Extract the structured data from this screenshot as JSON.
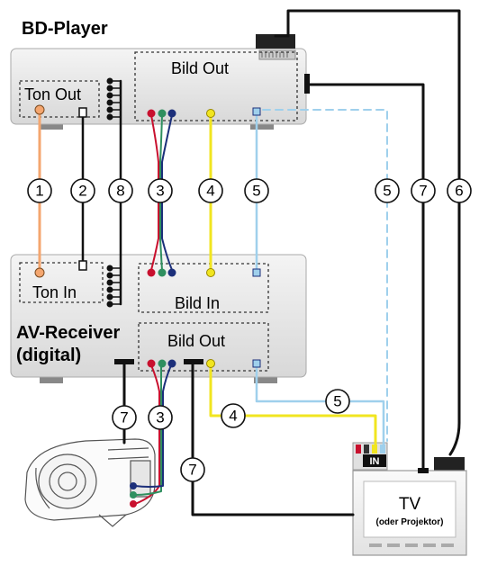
{
  "devices": {
    "bd_player": {
      "title": "BD-Player",
      "audio_out": "Ton Out",
      "video_out": "Bild Out"
    },
    "av_receiver": {
      "title_line1": "AV-Receiver",
      "title_line2": "(digital)",
      "audio_in": "Ton In",
      "video_in": "Bild In",
      "video_out": "Bild Out"
    },
    "tv": {
      "title": "TV",
      "subtitle": "(oder Projektor)",
      "input_label": "IN"
    }
  },
  "connections": {
    "c1": "1",
    "c2": "2",
    "c8": "8",
    "c3": "3",
    "c4": "4",
    "c5": "5",
    "c5b": "5",
    "c7": "7",
    "c6": "6",
    "c7_proj": "7",
    "c3_proj": "3",
    "c4_tv": "4",
    "c5_tv": "5",
    "c7_tv": "7"
  },
  "colors": {
    "orange": "#f4a66f",
    "yellow": "#f1e520",
    "light_blue": "#9fd0ec",
    "red": "#c8102e",
    "green": "#2f8f5f",
    "blue": "#1c2f7a",
    "black": "#000000"
  }
}
